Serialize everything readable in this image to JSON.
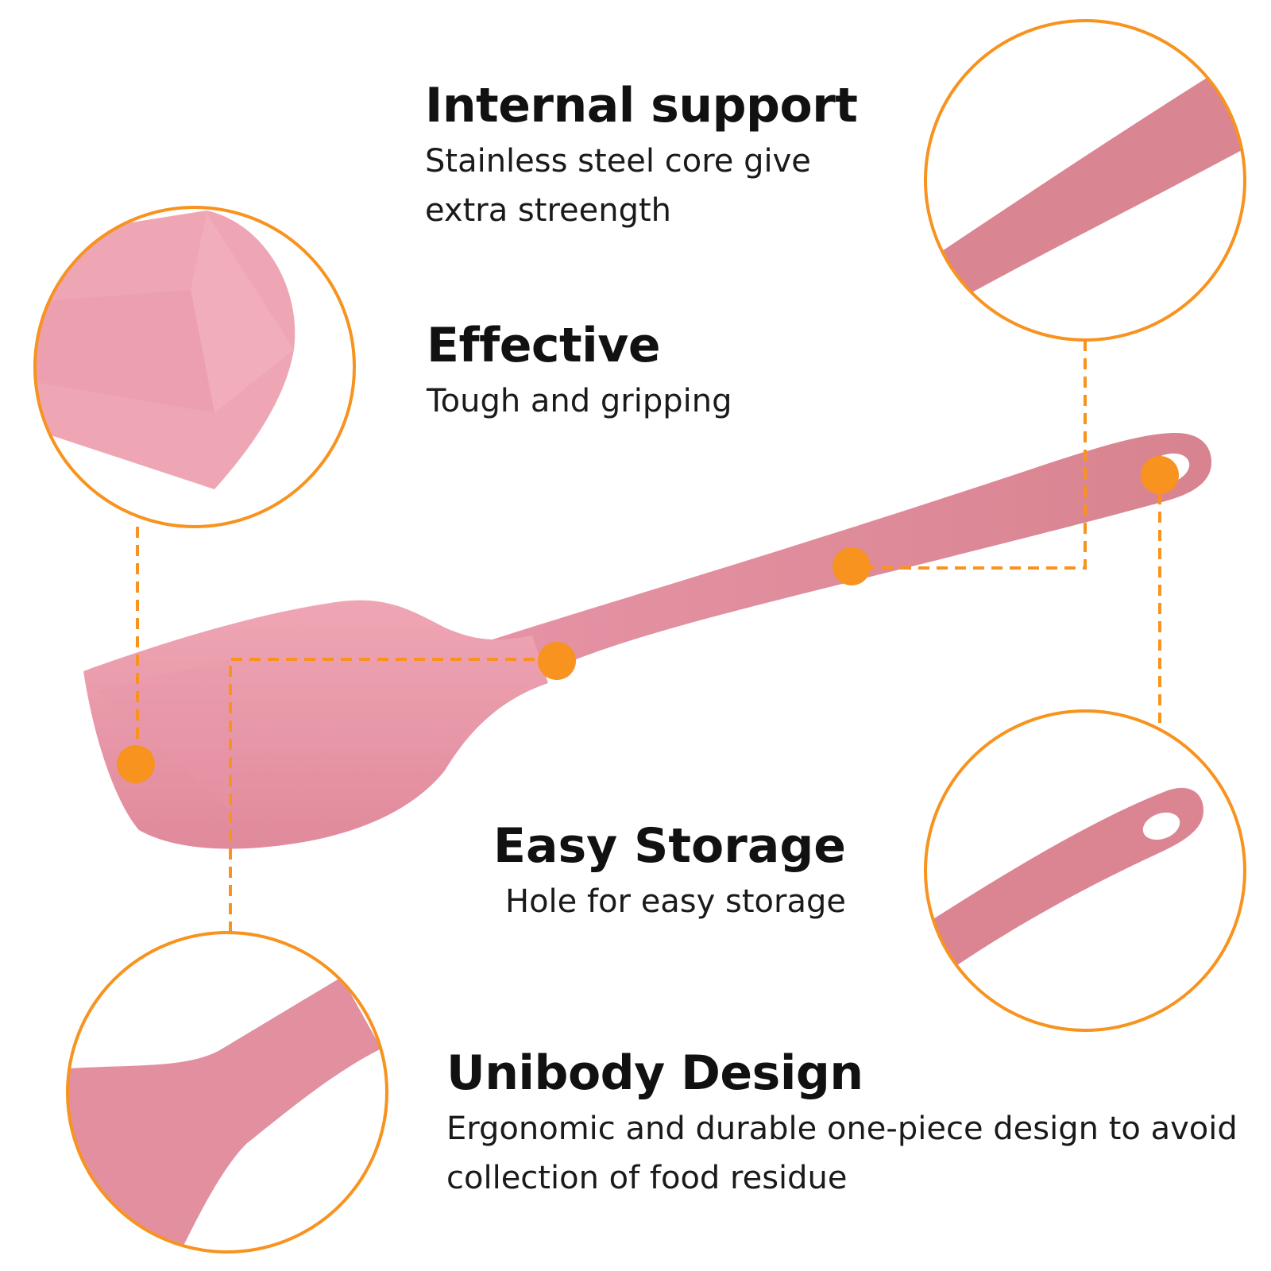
{
  "features": {
    "internal_support": {
      "title": "Internal support",
      "line1": "Stainless  steel core give",
      "line2": "extra streength"
    },
    "effective": {
      "title": "Effective",
      "line1": "Tough and gripping"
    },
    "easy_storage": {
      "title": "Easy Storage",
      "line1": "Hole for easy storage"
    },
    "unibody_design": {
      "title": "Unibody Design",
      "line1": "Ergonomic and durable one-piece design to avoid",
      "line2": "collection of food residue"
    }
  },
  "colors": {
    "accent_orange": "#F7931E",
    "spatula_pink": "#E48C9E",
    "spatula_pink_light": "#EFA6B4",
    "background": "#FFFFFF"
  },
  "icons": [
    "callout-dot",
    "zoom-circle"
  ]
}
